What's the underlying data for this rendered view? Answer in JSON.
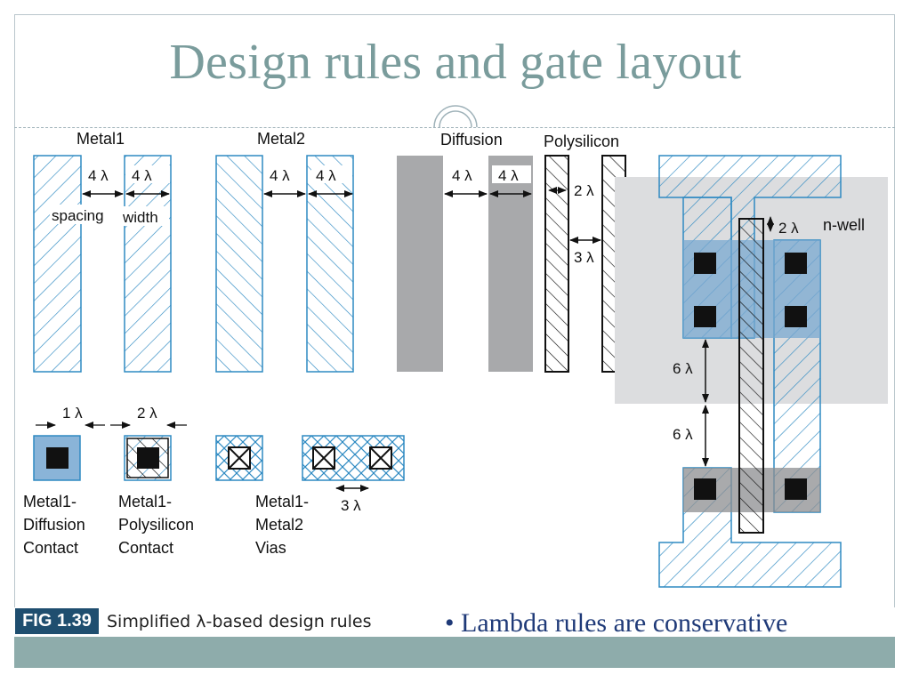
{
  "slide": {
    "title": "Design rules and gate layout",
    "bullet": "• Lambda rules are conservative"
  },
  "figure": {
    "tag": "FIG 1.39",
    "caption": "Simplified λ-based design rules",
    "layer_headings": {
      "metal1": "Metal1",
      "metal2": "Metal2",
      "diffusion": "Diffusion",
      "polysilicon": "Polysilicon"
    },
    "dimension_labels": {
      "metal1_spacing_value": "4 λ",
      "metal1_width_value": "4 λ",
      "metal1_spacing_word": "spacing",
      "metal1_width_word": "width",
      "metal2_spacing_value": "4 λ",
      "metal2_width_value": "4 λ",
      "diffusion_spacing_value": "4 λ",
      "diffusion_width_value": "4 λ",
      "poly_width_value": "2 λ",
      "poly_spacing_value": "3 λ",
      "contact_metal_overlap": "1 λ",
      "contact_poly_overlap": "2 λ",
      "via_spacing": "3 λ",
      "gate_poly_extension": "2 λ",
      "gate_spacing_upper": "6 λ",
      "gate_spacing_lower": "6 λ"
    },
    "well_label": "n-well",
    "contact_labels": {
      "diffusion_contact": [
        "Metal1-",
        "Diffusion",
        "Contact"
      ],
      "poly_contact": [
        "Metal1-",
        "Polysilicon",
        "Contact"
      ],
      "vias": [
        "Metal1-",
        "Metal2",
        "Vias"
      ]
    },
    "colors": {
      "metal_stroke": "#2e8ac2",
      "diffusion_fill": "#a8a9ab",
      "nwell_fill": "#dcdddf",
      "contact_fill": "#111111",
      "doped_region": "#8ab4d8",
      "accent_title": "#7a9c9c",
      "footer": "#8eacab",
      "bullet_text": "#1f3a78",
      "fig_tag_bg": "#1f4e6f"
    }
  }
}
